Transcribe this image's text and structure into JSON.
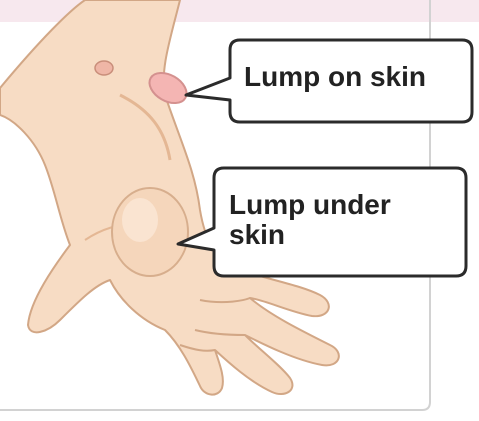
{
  "labels": {
    "lump_on_skin": "Lump on skin",
    "lump_under_skin_line1": "Lump under",
    "lump_under_skin_line2": "skin"
  },
  "colors": {
    "skin": "#f6dcc3",
    "skin_shadow": "#e8c09d",
    "outline": "#c89b7b",
    "lump_pink": "#f3b6b4",
    "callout_border": "#2b2b2b",
    "panel_border": "#cfcfcf",
    "pink_band": "#f4e2ea"
  }
}
